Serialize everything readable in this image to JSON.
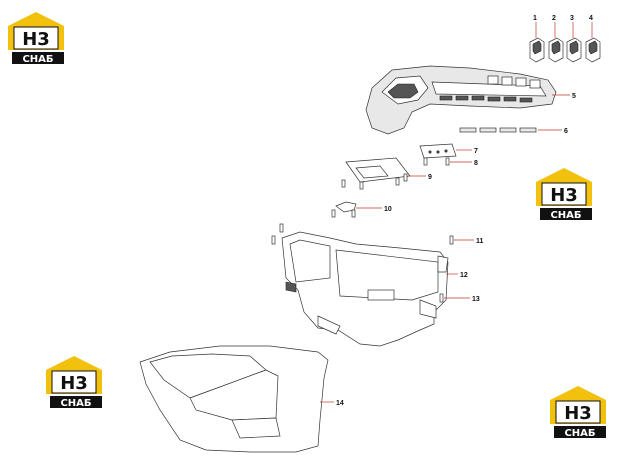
{
  "logo": {
    "mark": "Н3",
    "word": "СНАБ",
    "colors": {
      "yellow": "#f2c10d",
      "black": "#111111"
    }
  },
  "callouts": [
    "1",
    "2",
    "3",
    "4",
    "5",
    "6",
    "7",
    "8",
    "9",
    "10",
    "11",
    "12",
    "13",
    "14"
  ],
  "colors": {
    "leader": "#c0392b",
    "line": "#333333"
  }
}
